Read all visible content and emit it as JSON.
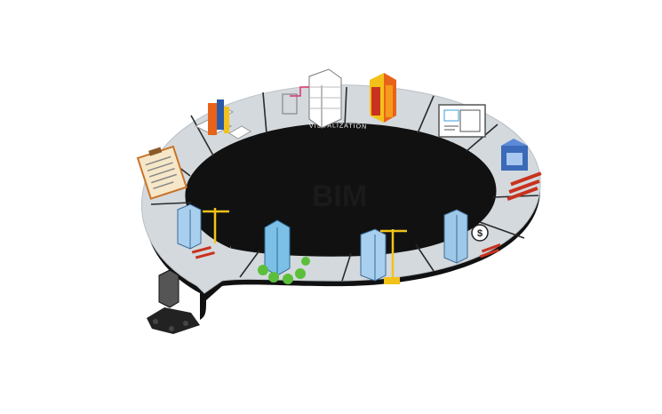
{
  "diagram": {
    "center_title": "BIM",
    "ring_label": "VISUALIZATION",
    "stages": [
      {
        "id": "plans-checklist",
        "icon": "clipboard-icon"
      },
      {
        "id": "site-planning",
        "icon": "site-plan-icon"
      },
      {
        "id": "schematic-model",
        "icon": "wireframe-building-icon"
      },
      {
        "id": "design-analysis",
        "icon": "colored-building-icon"
      },
      {
        "id": "drawings",
        "icon": "blueprint-icon"
      },
      {
        "id": "prefabrication",
        "icon": "factory-icon"
      },
      {
        "id": "cost-estimation",
        "icon": "dollar-building-icon"
      },
      {
        "id": "construction",
        "icon": "crane-building-icon"
      },
      {
        "id": "operation",
        "icon": "tower-trees-icon"
      },
      {
        "id": "construction-2",
        "icon": "crane-building-icon"
      },
      {
        "id": "demolition",
        "icon": "rubble-icon"
      }
    ]
  },
  "colors": {
    "ring_top": "#d4d9dd",
    "ring_side": "#111111",
    "divider": "#2a2a2a",
    "accent_orange": "#e8631a",
    "accent_blue": "#3aa0d8",
    "accent_yellow": "#f2c21a",
    "accent_green": "#5bbf3a",
    "accent_red": "#c8321e"
  }
}
